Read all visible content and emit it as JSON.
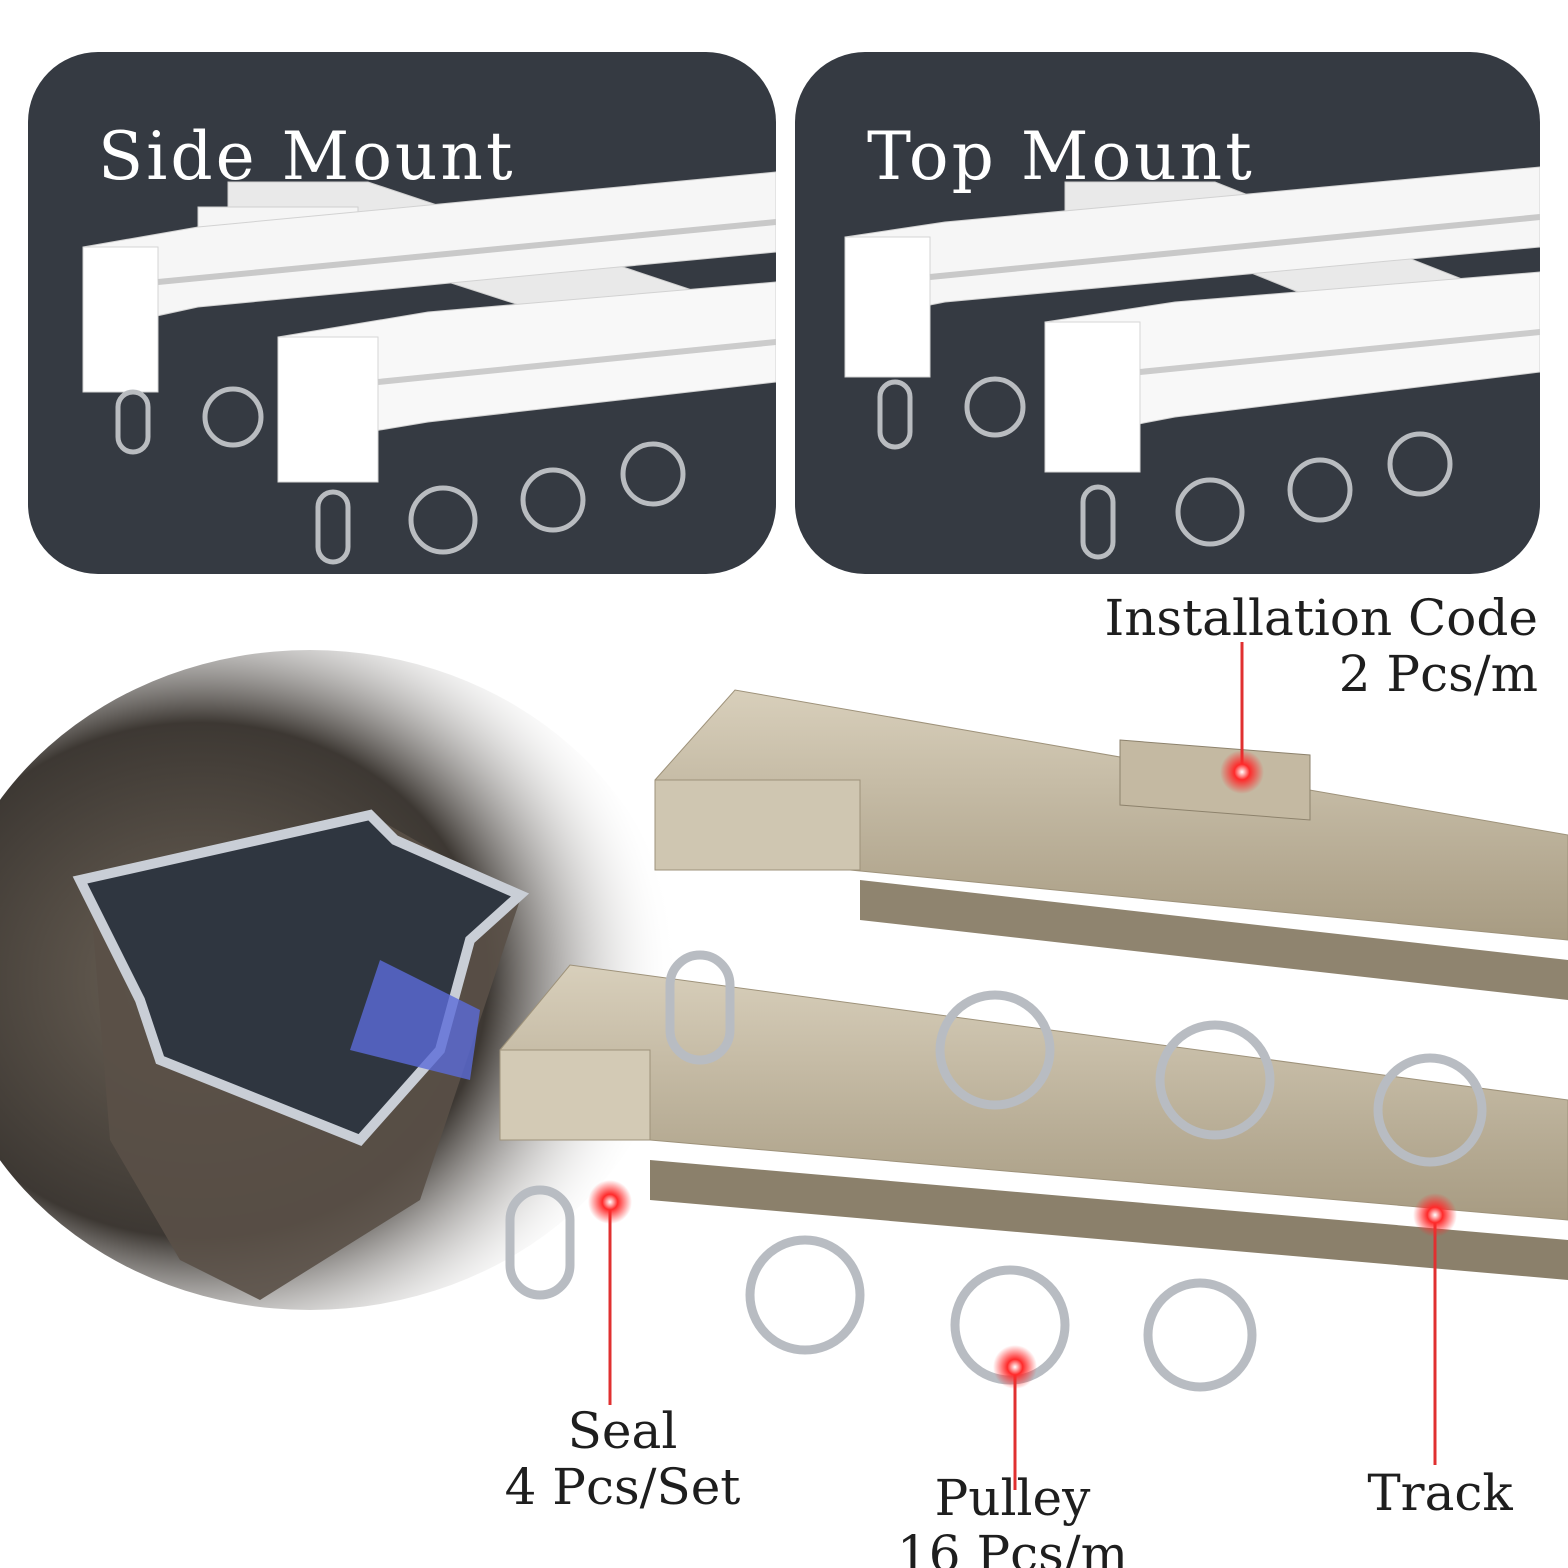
{
  "panels": {
    "side_mount": {
      "title": "Side Mount"
    },
    "top_mount": {
      "title": "Top Mount"
    }
  },
  "callouts": {
    "installation_code": {
      "name": "Installation Code",
      "qty": "2 Pcs/m"
    },
    "seal": {
      "name": "Seal",
      "qty": "4 Pcs/Set"
    },
    "pulley": {
      "name": "Pulley",
      "qty": "16 Pcs/m"
    },
    "track": {
      "name": "Track"
    }
  },
  "colors": {
    "panel_bg": "#353a42",
    "track_white": "#f4f4f4",
    "track_champagne": "#bdb29a",
    "marker_red": "#ff2a2a",
    "chrome": "#c9ccd0"
  }
}
